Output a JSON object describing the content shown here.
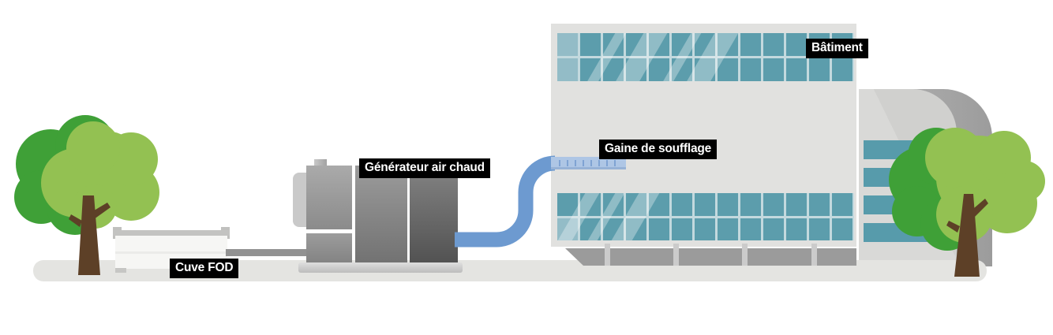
{
  "colors": {
    "bg": "#ffffff",
    "ground": "#e4e4e1",
    "label-bg": "#000000",
    "label-text": "#ffffff",
    "tree-dark-green": "#3fa037",
    "tree-light-green": "#93c152",
    "trunk-brown": "#5d4027",
    "tank-body": "#f6f6f4",
    "tank-frame": "#c3c3c1",
    "pipe-gray": "#929292",
    "duct-blue": "#6d9ad0",
    "duct-inner-blue": "#aec6e5",
    "duct-tick-blue": "#7fa3d3",
    "facade": "#e1e1df",
    "window-teal": "#5c9dac",
    "window-teal-light": "#93bcc7",
    "window-grid": "#c3d9de",
    "base-gray": "#9b9b9b",
    "pillar-gray": "#cbcbcb",
    "annex-front": "#d9d9d7",
    "annex-side": "#a8a8a8",
    "annex-band": "#579bab"
  },
  "labels": {
    "tank": "Cuve FOD",
    "generator": "Générateur air chaud",
    "duct": "Gaine de soufflage",
    "building": "Bâtiment"
  }
}
